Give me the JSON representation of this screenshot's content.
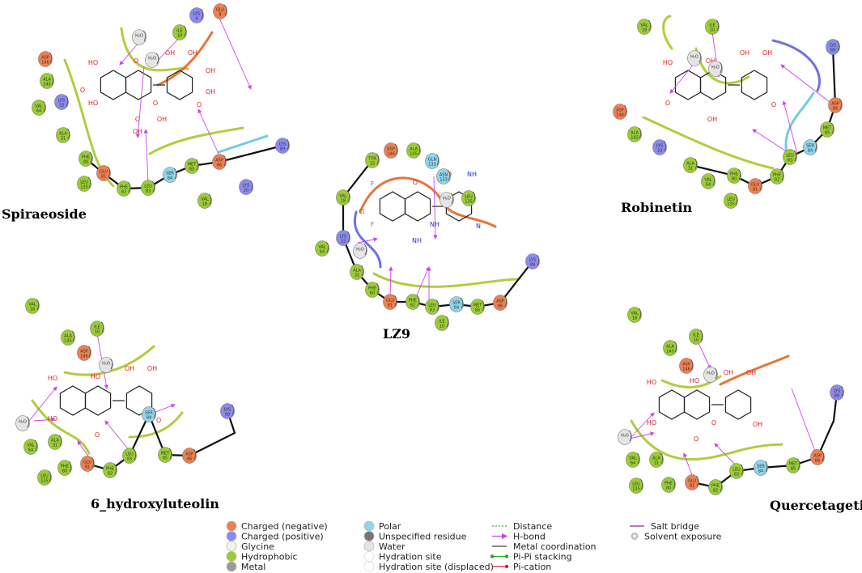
{
  "panels": [
    {
      "id": "spiraeoside",
      "title": "Spiraeoside",
      "residues": [
        {
          "t": "n",
          "l1": "GLU",
          "l2": "8"
        },
        {
          "t": "p",
          "l1": "LYS",
          "l2": "9"
        },
        {
          "t": "h",
          "l1": "ILE",
          "l2": "10"
        },
        {
          "t": "w",
          "l1": "H₂O",
          "l2": ""
        },
        {
          "t": "w",
          "l1": "H₂O",
          "l2": ""
        },
        {
          "t": "n",
          "l1": "ASP",
          "l2": "146"
        },
        {
          "t": "h",
          "l1": "ALA",
          "l2": "145"
        },
        {
          "t": "h",
          "l1": "VAL",
          "l2": "64"
        },
        {
          "t": "p",
          "l1": "LYS",
          "l2": "33"
        },
        {
          "t": "h",
          "l1": "ALA",
          "l2": "31"
        },
        {
          "t": "h",
          "l1": "PHE",
          "l2": "80"
        },
        {
          "t": "n",
          "l1": "GLU",
          "l2": "81"
        },
        {
          "t": "h",
          "l1": "PHE",
          "l2": "82"
        },
        {
          "t": "h",
          "l1": "LEU",
          "l2": "83"
        },
        {
          "t": "c",
          "l1": "SER",
          "l2": "84"
        },
        {
          "t": "h",
          "l1": "MET",
          "l2": "85"
        },
        {
          "t": "n",
          "l1": "ASP",
          "l2": "86"
        },
        {
          "t": "p",
          "l1": "LYS",
          "l2": "89"
        },
        {
          "t": "h",
          "l1": "LEU",
          "l2": "135"
        },
        {
          "t": "h",
          "l1": "VAL",
          "l2": "18"
        },
        {
          "t": "p",
          "l1": "LYS",
          "l2": "20"
        }
      ],
      "atoms": [
        "HO",
        "HO",
        "O",
        "O",
        "OH",
        "OH",
        "O",
        "O",
        "O",
        "OH",
        "OH",
        "OH",
        "OH"
      ]
    },
    {
      "id": "lz9",
      "title": "LZ9",
      "residues": [
        {
          "t": "h",
          "l1": "TYR",
          "l2": "15"
        },
        {
          "t": "n",
          "l1": "ASP",
          "l2": "146"
        },
        {
          "t": "h",
          "l1": "ALA",
          "l2": "145"
        },
        {
          "t": "c",
          "l1": "GLN",
          "l2": "132"
        },
        {
          "t": "c",
          "l1": "ASN",
          "l2": "133"
        },
        {
          "t": "w",
          "l1": "H₂O",
          "l2": ""
        },
        {
          "t": "h",
          "l1": "LEU",
          "l2": "135"
        },
        {
          "t": "h",
          "l1": "VAL",
          "l2": "18"
        },
        {
          "t": "h",
          "l1": "VAL",
          "l2": "64"
        },
        {
          "t": "p",
          "l1": "LYS",
          "l2": "33"
        },
        {
          "t": "w",
          "l1": "H₂O",
          "l2": ""
        },
        {
          "t": "h",
          "l1": "ALA",
          "l2": "31"
        },
        {
          "t": "h",
          "l1": "PHE",
          "l2": "80"
        },
        {
          "t": "n",
          "l1": "GLU",
          "l2": "81"
        },
        {
          "t": "h",
          "l1": "PHE",
          "l2": "82"
        },
        {
          "t": "h",
          "l1": "LEU",
          "l2": "83"
        },
        {
          "t": "c",
          "l1": "SER",
          "l2": "84"
        },
        {
          "t": "h",
          "l1": "MET",
          "l2": "85"
        },
        {
          "t": "n",
          "l1": "ASP",
          "l2": "86"
        },
        {
          "t": "p",
          "l1": "LYS",
          "l2": "89"
        },
        {
          "t": "h",
          "l1": "ILE",
          "l2": "10"
        }
      ],
      "atoms": [
        "F",
        "F",
        "O",
        "NH",
        "O",
        "N\nH",
        "N",
        "N\nH",
        "Cl"
      ]
    },
    {
      "id": "robinetin",
      "title": "Robinetin",
      "residues": [
        {
          "t": "h",
          "l1": "VAL",
          "l2": "18"
        },
        {
          "t": "h",
          "l1": "ILE",
          "l2": "10"
        },
        {
          "t": "w",
          "l1": "H₂O",
          "l2": ""
        },
        {
          "t": "w",
          "l1": "H₂O",
          "l2": ""
        },
        {
          "t": "p",
          "l1": "LYS",
          "l2": "89"
        },
        {
          "t": "n",
          "l1": "ASP",
          "l2": "86"
        },
        {
          "t": "h",
          "l1": "MET",
          "l2": "85"
        },
        {
          "t": "c",
          "l1": "SER",
          "l2": "84"
        },
        {
          "t": "h",
          "l1": "LEU",
          "l2": "83"
        },
        {
          "t": "n",
          "l1": "ASP",
          "l2": "146"
        },
        {
          "t": "h",
          "l1": "ALA",
          "l2": "145"
        },
        {
          "t": "p",
          "l1": "LYS",
          "l2": "33"
        },
        {
          "t": "h",
          "l1": "ALA",
          "l2": "31"
        },
        {
          "t": "h",
          "l1": "VAL",
          "l2": "64"
        },
        {
          "t": "h",
          "l1": "PHE",
          "l2": "80"
        },
        {
          "t": "n",
          "l1": "GLU",
          "l2": "81"
        },
        {
          "t": "h",
          "l1": "PHE",
          "l2": "82"
        },
        {
          "t": "h",
          "l1": "LEU",
          "l2": "135"
        }
      ],
      "atoms": [
        "HO",
        "O",
        "OH",
        "OH",
        "OH",
        "OH",
        "O"
      ]
    },
    {
      "id": "hydroxyluteolin",
      "title": "6_hydroxyluteolin",
      "residues": [
        {
          "t": "h",
          "l1": "VAL",
          "l2": "18"
        },
        {
          "t": "h",
          "l1": "ILE",
          "l2": "10"
        },
        {
          "t": "h",
          "l1": "ALA",
          "l2": "145"
        },
        {
          "t": "n",
          "l1": "ASP",
          "l2": "146"
        },
        {
          "t": "w",
          "l1": "H₂O",
          "l2": ""
        },
        {
          "t": "w",
          "l1": "H₂O",
          "l2": ""
        },
        {
          "t": "p",
          "l1": "LYS",
          "l2": "89"
        },
        {
          "t": "c",
          "l1": "SER",
          "l2": "84"
        },
        {
          "t": "h",
          "l1": "LEU",
          "l2": "83"
        },
        {
          "t": "h",
          "l1": "MET",
          "l2": "85"
        },
        {
          "t": "n",
          "l1": "ASP",
          "l2": "86"
        },
        {
          "t": "h",
          "l1": "VAL",
          "l2": "64"
        },
        {
          "t": "h",
          "l1": "ALA",
          "l2": "31"
        },
        {
          "t": "h",
          "l1": "PHE",
          "l2": "80"
        },
        {
          "t": "n",
          "l1": "GLU",
          "l2": "81"
        },
        {
          "t": "h",
          "l1": "PHE",
          "l2": "82"
        },
        {
          "t": "h",
          "l1": "LEU",
          "l2": "135"
        }
      ],
      "atoms": [
        "HO",
        "HO",
        "HO",
        "O",
        "OH",
        "OH",
        "O"
      ]
    },
    {
      "id": "quercetagetin",
      "title": "Quercetagetin",
      "residues": [
        {
          "t": "h",
          "l1": "VAL",
          "l2": "18"
        },
        {
          "t": "h",
          "l1": "ILE",
          "l2": "10"
        },
        {
          "t": "h",
          "l1": "ALA",
          "l2": "145"
        },
        {
          "t": "n",
          "l1": "ASP",
          "l2": "146"
        },
        {
          "t": "w",
          "l1": "H₂O",
          "l2": ""
        },
        {
          "t": "p",
          "l1": "LYS",
          "l2": "89"
        },
        {
          "t": "w",
          "l1": "H₂O",
          "l2": ""
        },
        {
          "t": "n",
          "l1": "ASP",
          "l2": "86"
        },
        {
          "t": "h",
          "l1": "MET",
          "l2": "85"
        },
        {
          "t": "c",
          "l1": "SER",
          "l2": "84"
        },
        {
          "t": "h",
          "l1": "LEU",
          "l2": "83"
        },
        {
          "t": "h",
          "l1": "VAL",
          "l2": "64"
        },
        {
          "t": "h",
          "l1": "ALA",
          "l2": "31"
        },
        {
          "t": "h",
          "l1": "PHE",
          "l2": "80"
        },
        {
          "t": "n",
          "l1": "GLU",
          "l2": "81"
        },
        {
          "t": "h",
          "l1": "PHE",
          "l2": "82"
        },
        {
          "t": "h",
          "l1": "LEU",
          "l2": "135"
        }
      ],
      "atoms": [
        "HO",
        "HO",
        "HO",
        "O",
        "OH",
        "OH",
        "OH",
        "O"
      ]
    }
  ],
  "legend": {
    "items": [
      {
        "key": "n",
        "label": "Charged (negative)"
      },
      {
        "key": "p",
        "label": "Charged (positive)"
      },
      {
        "key": "g",
        "label": "Glycine"
      },
      {
        "key": "h",
        "label": "Hydrophobic"
      },
      {
        "key": "m",
        "label": "Metal"
      },
      {
        "key": "c",
        "label": "Polar"
      },
      {
        "key": "u",
        "label": "Unspecified residue"
      },
      {
        "key": "w",
        "label": "Water"
      },
      {
        "key": "hs",
        "label": "Hydration site"
      },
      {
        "key": "hsd",
        "label": "Hydration site (displaced)"
      },
      {
        "key": "dist",
        "label": "Distance"
      },
      {
        "key": "hb",
        "label": "H-bond"
      },
      {
        "key": "mc",
        "label": "Metal coordination"
      },
      {
        "key": "pp",
        "label": "Pi-Pi stacking"
      },
      {
        "key": "pc",
        "label": "Pi-cation"
      },
      {
        "key": "sb",
        "label": "Salt bridge"
      },
      {
        "key": "se",
        "label": "Solvent exposure"
      }
    ]
  },
  "colors": {
    "n": "#f07f4f",
    "p": "#8a8af0",
    "h": "#9acd32",
    "c": "#8fd6ec",
    "w": "#e4e4e4",
    "g": "#f4f4e6",
    "m": "#9a9a9a",
    "u": "#777777",
    "hbond": "#cc44ee",
    "backbone": "#111111",
    "pocket_green": "#a8c82a",
    "pocket_orange": "#e06820",
    "pocket_blue": "#6060e0",
    "pocket_cyan": "#62c4e6",
    "salt": "#8a2a8a"
  }
}
